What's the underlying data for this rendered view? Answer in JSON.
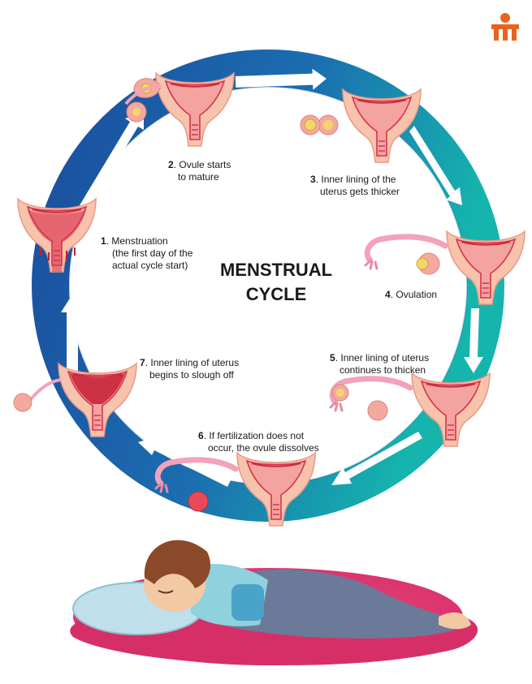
{
  "title": {
    "line1": "MENSTRUAL",
    "line2": "CYCLE"
  },
  "logo_icon": "brand-logo-icon",
  "colors": {
    "ring_start": "#1a4fa0",
    "ring_end": "#17b3b0",
    "uterus_fill": "#f7c6b0",
    "lining": "#d8334a",
    "ovary": "#f4a99e",
    "logo": "#e8631f",
    "blanket": "#e8407a"
  },
  "stages": [
    {
      "num": "1",
      "line1": ". Menstruation",
      "line2": "(the first day of the",
      "line3": "actual cycle start)"
    },
    {
      "num": "2",
      "line1": ". Ovule starts",
      "line2": "to mature"
    },
    {
      "num": "3",
      "line1": ". Inner lining of the",
      "line2": "uterus gets thicker"
    },
    {
      "num": "4",
      "line1": ". Ovulation"
    },
    {
      "num": "5",
      "line1": ". Inner lining of uterus",
      "line2": "continues to thicken"
    },
    {
      "num": "6",
      "line1": ". If fertilization does not",
      "line2": "occur, the ovule dissolves"
    },
    {
      "num": "7",
      "line1": ". Inner lining of uterus",
      "line2": "begins to slough off"
    }
  ]
}
